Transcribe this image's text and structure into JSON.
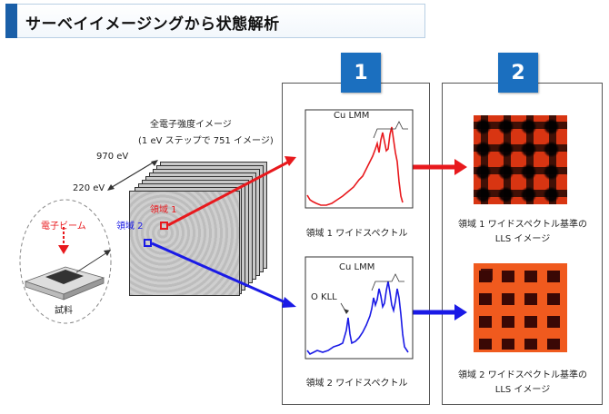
{
  "header": {
    "title": "サーベイイメージングから状態解析"
  },
  "steps": [
    {
      "number": "1"
    },
    {
      "number": "2"
    }
  ],
  "stack": {
    "caption_line1": "全電子強度イメージ",
    "caption_line2": "(1 eV ステップで 751 イメージ)",
    "energy_high": "970 eV",
    "energy_low": "220 eV",
    "region1_label": "領域 1",
    "region2_label": "領域 2"
  },
  "sample": {
    "beam_label": "電子ビーム",
    "sample_label": "試料"
  },
  "spectra": {
    "region1": {
      "peak_label": "Cu LMM",
      "caption": "領域 1 ワイドスペクトル",
      "color": "#e8191d"
    },
    "region2": {
      "peak_label_cu": "Cu LMM",
      "peak_label_o": "O KLL",
      "caption": "領域 2 ワイドスペクトル",
      "color": "#1a1ae6"
    }
  },
  "lls_images": {
    "region1": {
      "caption_line1": "領域 1 ワイドスペクトル基準の",
      "caption_line2": "LLS イメージ"
    },
    "region2": {
      "caption_line1": "領域 2 ワイドスペクトル基準の",
      "caption_line2": "LLS イメージ"
    }
  },
  "colors": {
    "accent_blue": "#1b6fbf",
    "region1_red": "#e8191d",
    "region2_blue": "#1a1ae6"
  }
}
